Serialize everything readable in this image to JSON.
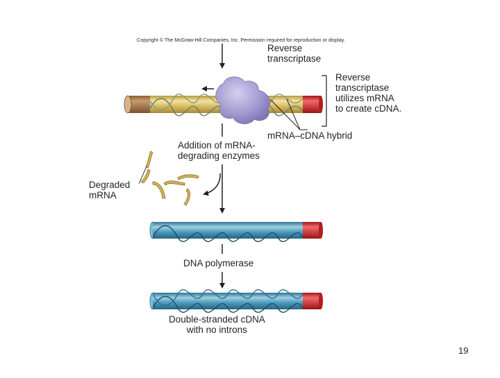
{
  "copyright": "Copyright © The McGraw-Hill Companies, Inc. Permission required for reproduction or display.",
  "labels": {
    "reverse_transcriptase_1": "Reverse",
    "reverse_transcriptase_2": "transcriptase",
    "utilizes_1": "Reverse",
    "utilizes_2": "transcriptase",
    "utilizes_3": "utilizes mRNA",
    "utilizes_4": "to create cDNA.",
    "hybrid": "mRNA–cDNA hybrid",
    "addition_1": "Addition of mRNA-",
    "addition_2": "degrading enzymes",
    "degraded_1": "Degraded",
    "degraded_2": "mRNA",
    "polymerase": "DNA polymerase",
    "double_1": "Double-stranded cDNA",
    "double_2": "with no introns"
  },
  "page_number": "19",
  "colors": {
    "mrna_tube": "#dcc269",
    "mrna_end": "#a87a4e",
    "cdna_tube": "#4e9bbb",
    "cdna_end": "#d9252a",
    "enzyme": "#a39cd0",
    "helix": "#2b5f86",
    "arrow": "#231f20"
  }
}
